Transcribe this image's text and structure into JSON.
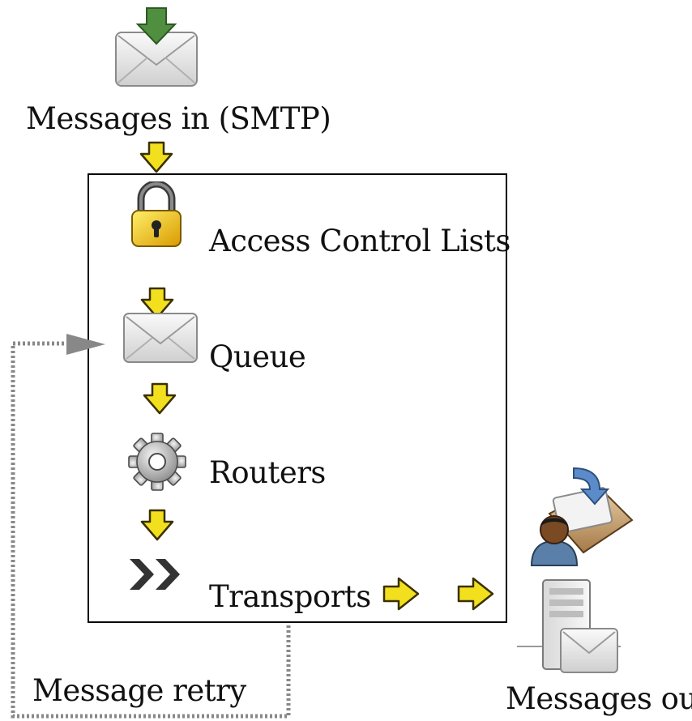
{
  "diagram": {
    "input": {
      "label": "Messages in (SMTP)",
      "icon": "envelope-incoming-icon"
    },
    "pipeline": {
      "steps": [
        {
          "label": "Access Control Lists",
          "icon": "padlock-icon"
        },
        {
          "label": "Queue",
          "icon": "envelope-queue-icon"
        },
        {
          "label": "Routers",
          "icon": "gear-icon"
        },
        {
          "label": "Transports",
          "icon": "double-chevron-icon"
        }
      ]
    },
    "retry": {
      "label": "Message retry"
    },
    "output": {
      "label": "Messages out",
      "icons": [
        "mailbox-user-icon",
        "mail-server-icon"
      ]
    },
    "colors": {
      "flow_arrow": "#f2e01e",
      "flow_arrow_outline": "#3a3000",
      "incoming_arrow": "#4f8f3f",
      "retry_line": "#888888",
      "box_border": "#000000"
    }
  }
}
